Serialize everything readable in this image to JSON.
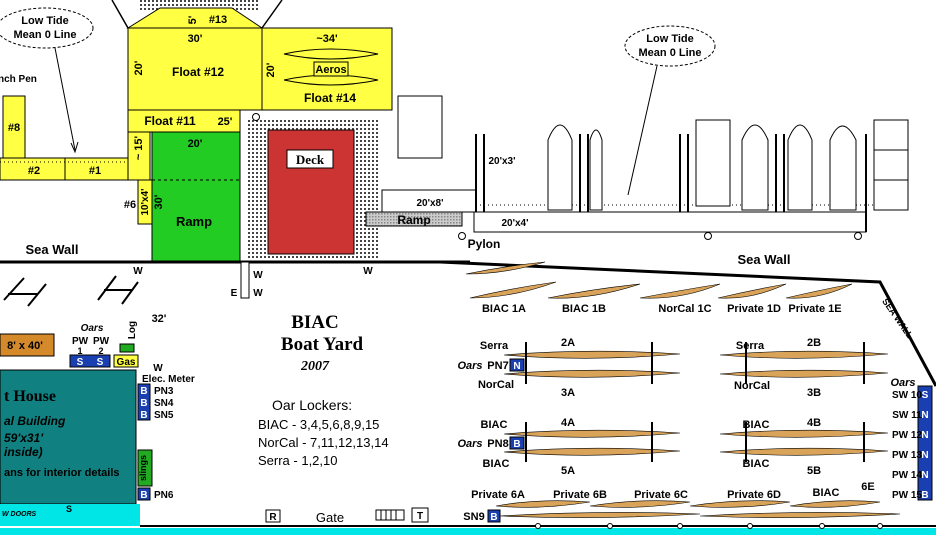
{
  "title": {
    "line1": "BIAC",
    "line2": "Boat Yard",
    "year": "2007"
  },
  "oar_lockers": {
    "heading": "Oar Lockers:",
    "biac": "BIAC - 3,4,5,6,8,9,15",
    "norcal": "NorCal - 7,11,12,13,14",
    "serra": "Serra - 1,2,10"
  },
  "notes": {
    "low_tide": "Low Tide",
    "mean_line": "Mean 0 Line"
  },
  "floats": {
    "f13": "#13",
    "f13_dim": "5'",
    "f12": "Float #12",
    "f12_w": "30'",
    "f12_h": "20'",
    "f14": "Float #14",
    "f14_w": "~34'",
    "f14_h": "20'",
    "aeros": "Aeros",
    "f11": "Float #11",
    "f11_w": "25'",
    "f11_h": "~ 15'",
    "f11_20": "20'",
    "f8": "#8",
    "f2": "#2",
    "f1": "#1",
    "f6": "#6",
    "f6_dim": "10'x4'",
    "bench": "nch Pen",
    "ramp": "Ramp",
    "ramp_h": "30'",
    "deck": "Deck",
    "ramp2": "Ramp",
    "ramp2_dim": "20'x8'",
    "dock_a": "20'x3'",
    "dock_b": "20'x4'",
    "pylon": "Pylon"
  },
  "seawall": {
    "left": "Sea Wall",
    "right": "Sea Wall",
    "diag": "SEA WALL"
  },
  "walls": {
    "w": "W",
    "e": "E"
  },
  "boathouse": {
    "title": "t House",
    "sub1": "al Building",
    "sub2": "59'x31'",
    "sub3": "inside)",
    "sub4": "ans for interior details",
    "doors": "W DOORS"
  },
  "shed": "8' x 40'",
  "yard_dim": "32'",
  "left_equipment": {
    "oars": "Oars",
    "pw1": "PW",
    "pw1n": "1",
    "pw2": "PW",
    "pw2n": "2",
    "log": "Log",
    "gas": "Gas",
    "s": "S",
    "w": "W",
    "elec": "Elec. Meter",
    "b": "B",
    "pn3": "PN3",
    "sn4": "SN4",
    "sn5": "SN5",
    "slings": "slings",
    "pn6": "PN6"
  },
  "racks": {
    "biac1a": "BIAC 1A",
    "biac1b": "BIAC 1B",
    "norcal1c": "NorCal 1C",
    "private1d": "Private 1D",
    "private1e": "Private 1E",
    "serra_l": "Serra",
    "r2a": "2A",
    "norcal_l": "NorCal",
    "r3a": "3A",
    "serra_r": "Serra",
    "r2b": "2B",
    "norcal_r": "NorCal",
    "r3b": "3B",
    "oars": "Oars",
    "pn7": "PN7",
    "n": "N",
    "biac_l1": "BIAC",
    "r4a": "4A",
    "pn8": "PN8",
    "b": "B",
    "biac_l2": "BIAC",
    "r5a": "5A",
    "biac_r1": "BIAC",
    "r4b": "4B",
    "biac_r2": "BIAC",
    "r5b": "5B",
    "p6a": "Private 6A",
    "p6b": "Private  6B",
    "p6c": "Private 6C",
    "p6d": "Private 6D",
    "biac6": "BIAC",
    "r6e": "6E",
    "sn9": "SN9"
  },
  "right_lockers": {
    "oars": "Oars",
    "items": [
      "SW 10",
      "SW 11",
      "PW 12",
      "PW 13",
      "PW 14",
      "PW 15"
    ],
    "letters": [
      "S",
      "N",
      "N",
      "N",
      "N",
      "B"
    ]
  },
  "bottom": {
    "gate": "Gate",
    "r": "R",
    "t": "T"
  },
  "colors": {
    "float": "#ffff44",
    "ramp": "#22cc22",
    "deck": "#cc3333",
    "boathouse": "#118080",
    "blue": "#1a3fb0",
    "shell": "#d9a45a",
    "water": "#00e5e5"
  }
}
